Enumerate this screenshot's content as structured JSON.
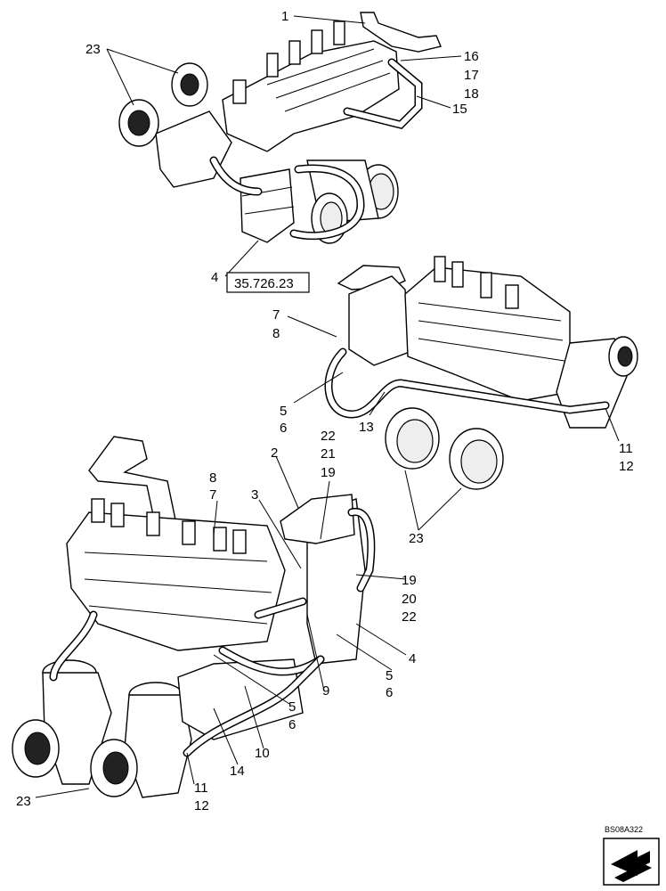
{
  "diagram": {
    "reference_box": "35.726.23",
    "drawing_code": "BS08A322",
    "nav_icon": "next-page-arrow-icon",
    "callouts": {
      "c1": "1",
      "c2": "2",
      "c3": "3",
      "c4a": "4",
      "c4b": "4",
      "c5a": "5",
      "c5b": "5",
      "c5c": "5",
      "c6a": "6",
      "c6b": "6",
      "c6c": "6",
      "c7a": "7",
      "c7b": "7",
      "c8a": "8",
      "c8b": "8",
      "c9": "9",
      "c10": "10",
      "c11a": "11",
      "c11b": "11",
      "c12a": "12",
      "c12b": "12",
      "c13": "13",
      "c14": "14",
      "c15": "15",
      "c16": "16",
      "c17": "17",
      "c18": "18",
      "c19a": "19",
      "c19b": "19",
      "c20": "20",
      "c21": "21",
      "c22a": "22",
      "c22b": "22",
      "c23a": "23",
      "c23b": "23",
      "c23c": "23"
    }
  }
}
